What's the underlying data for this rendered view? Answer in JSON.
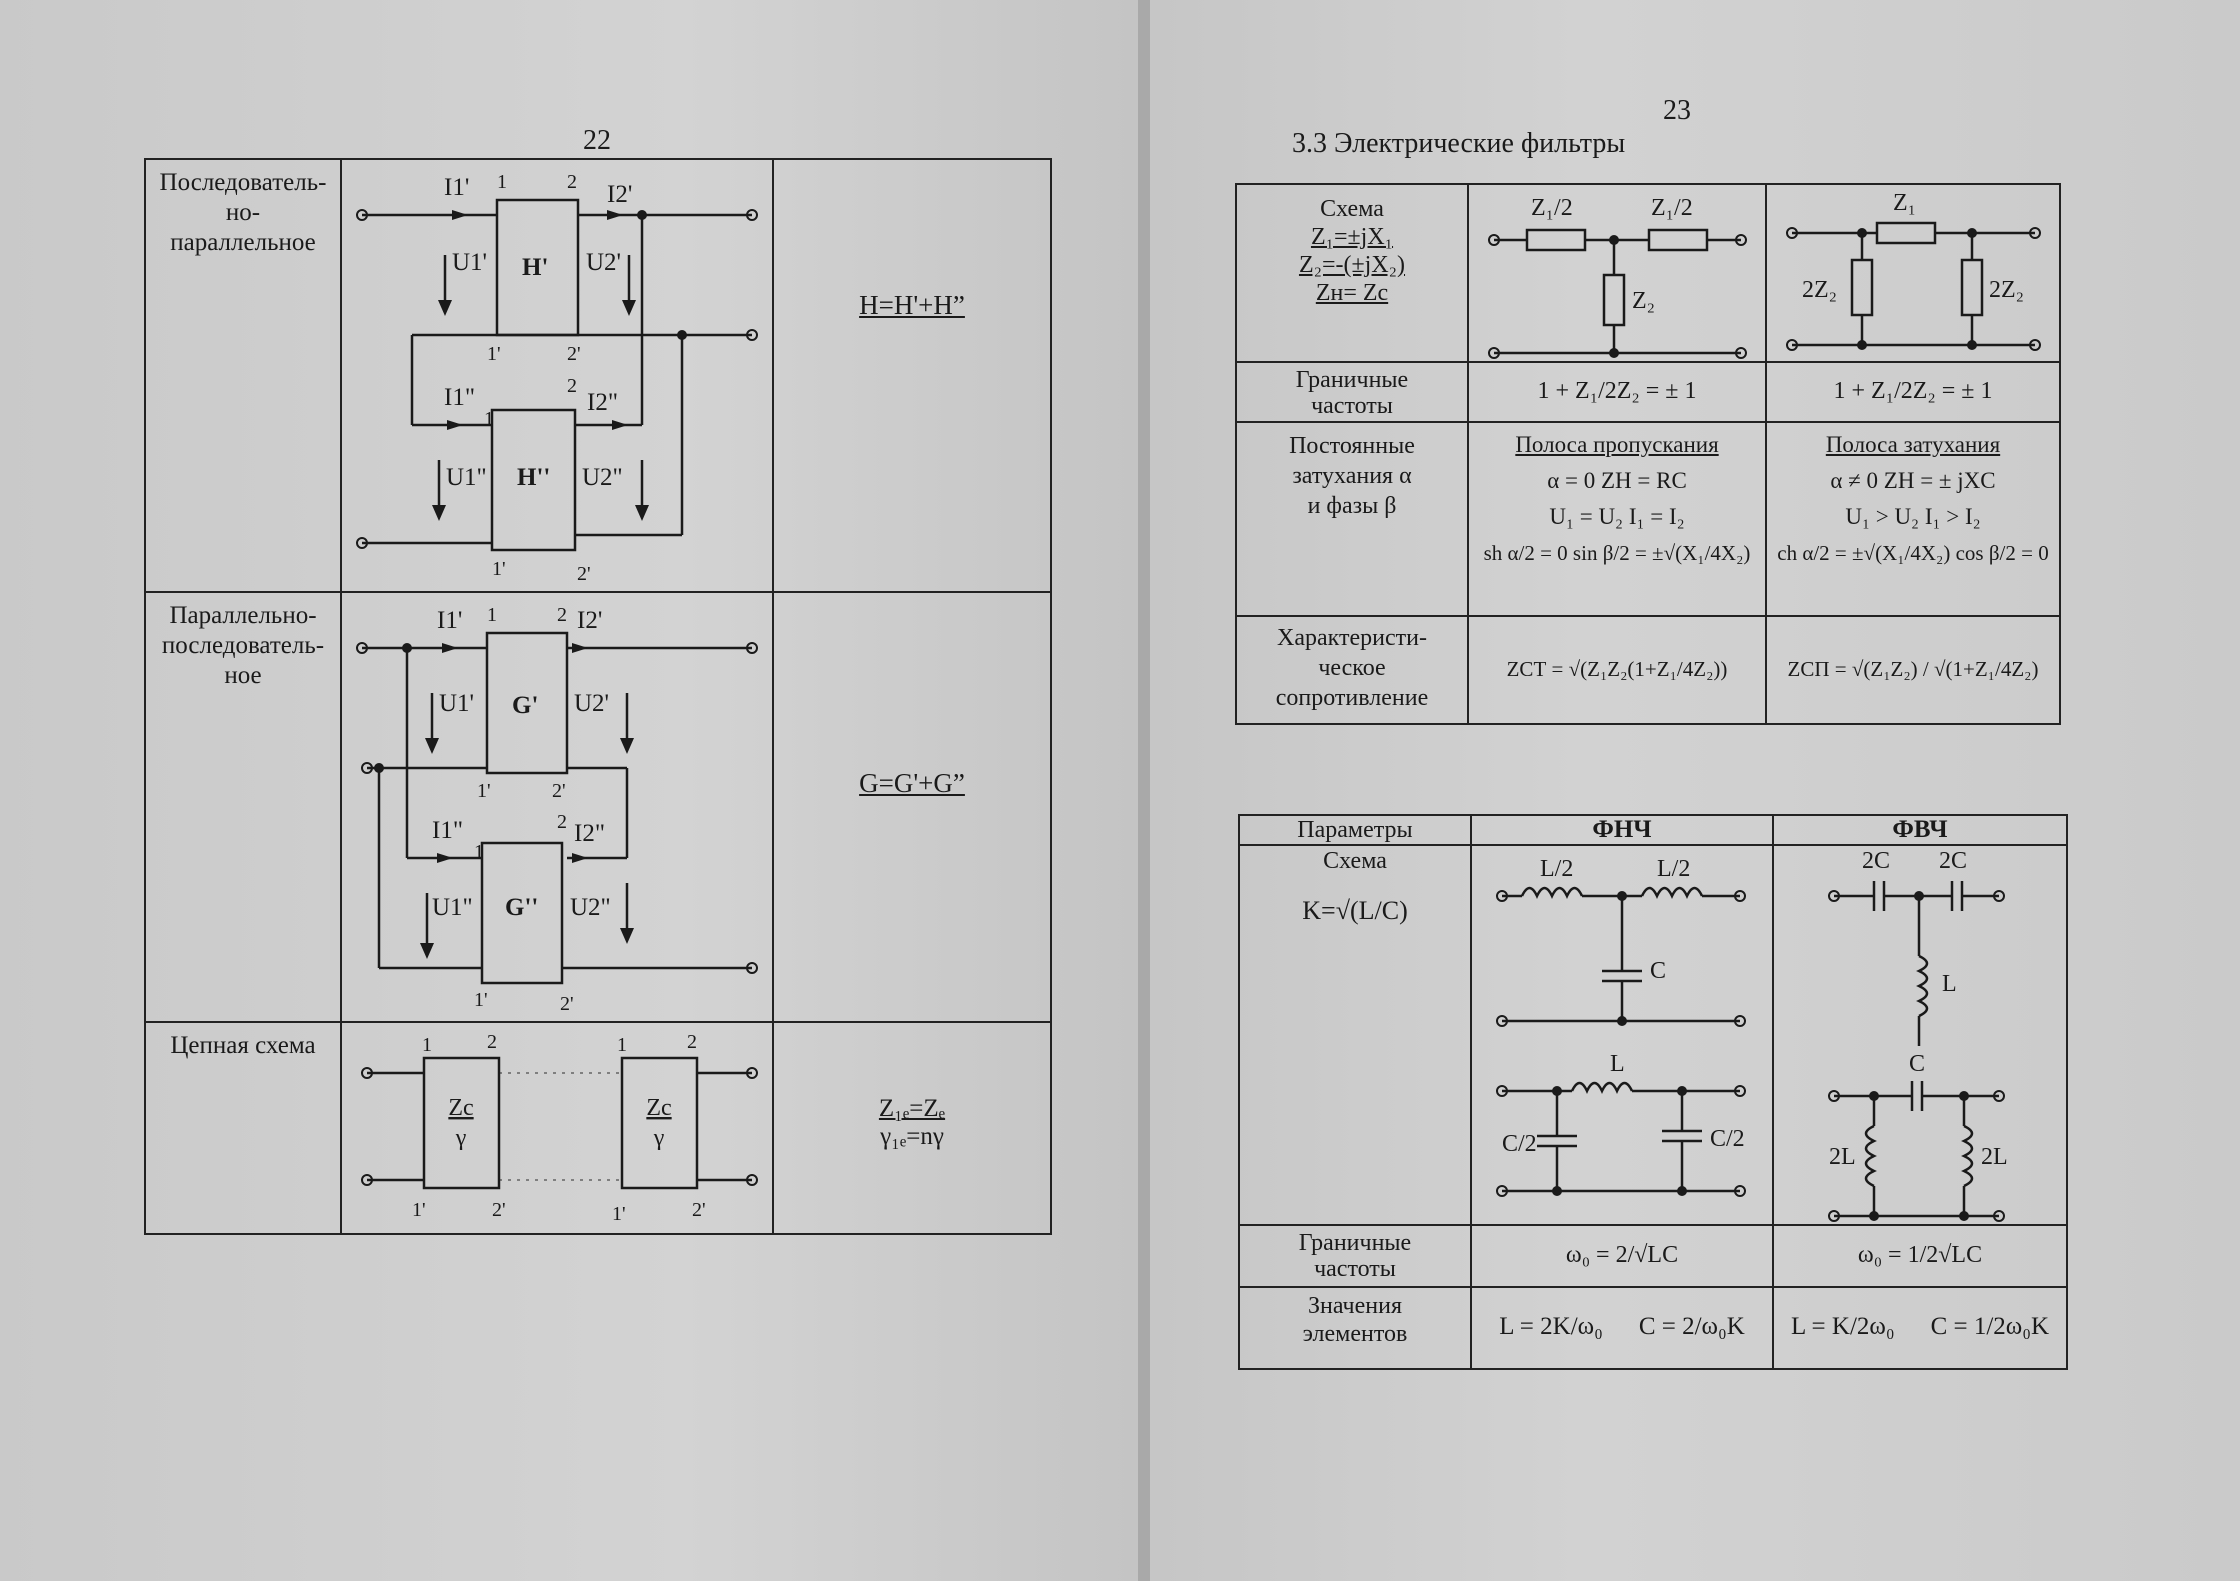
{
  "left": {
    "page_number": "22",
    "rows": [
      {
        "label": "Последователь-\nно-\nпараллельное",
        "formula": "H=H'+H”",
        "top_label": "H'",
        "bottom_label": "H''",
        "i_top": "I1'",
        "i_top2": "I2'",
        "u_top": "U1'",
        "u_top2": "U2'",
        "i_bot": "I1\"",
        "i_bot2": "I2\"",
        "u_bot": "U1\"",
        "u_bot2": "U2\""
      },
      {
        "label": "Параллельно-\nпоследователь-\nное",
        "formula": "G=G'+G”",
        "top_label": "G'",
        "bottom_label": "G''",
        "i_top": "I1'",
        "i_top2": "I2'",
        "u_top": "U1'",
        "u_top2": "U2'",
        "i_bot": "I1\"",
        "i_bot2": "I2\"",
        "u_bot": "U1\"",
        "u_bot2": "U2\""
      },
      {
        "label": "Цепная схема",
        "formula1": "Z₁ₑ=Zₑ",
        "formula2": "γ₁ₑ=nγ",
        "block_z": "Zc",
        "block_g": "γ"
      }
    ],
    "ports": {
      "p1": "1",
      "p2": "2",
      "p1s": "1'",
      "p2s": "2'"
    }
  },
  "right": {
    "page_number": "23",
    "section_title": "3.3 Электрические фильтры",
    "table1": {
      "row1_label": [
        "Схема",
        "Z₁=±jX₁",
        "Z₂=-(±jX₂)",
        "Zн= Zc"
      ],
      "t_labels": {
        "z1h": "Z₁/2",
        "z2": "Z₂"
      },
      "p_labels": {
        "z1": "Z₁",
        "z2": "2Z₂"
      },
      "row2_label": "Граничные\nчастоты",
      "row2_f1": "1 + Z₁/2Z₂ = ± 1",
      "row2_f2": "1 + Z₁/2Z₂ = ± 1",
      "row3_label": "Постоянные\nзатухания α\nи фазы β",
      "pass_title": "Полоса пропускания",
      "pass_lines": [
        "α = 0      ZН = RС",
        "U₁ = U₂       I₁ = I₂",
        "sh α/2 = 0     sin β/2 = ±√(X₁/4X₂)"
      ],
      "stop_title": "Полоса затухания",
      "stop_lines": [
        "α ≠ 0      ZН = ± jXС",
        "U₁ > U₂      I₁ > I₂",
        "ch α/2 = ±√(X₁/4X₂)     cos β/2 = 0"
      ],
      "row4_label": "Характеристи-\nческое\nсопротивление",
      "zct": "ZСТ = √(Z₁Z₂(1+Z₁/4Z₂))",
      "zcp": "ZСП = √(Z₁Z₂) / √(1+Z₁/4Z₂)"
    },
    "table2": {
      "h_params": "Параметры",
      "h_lpf": "ФНЧ",
      "h_hpf": "ФВЧ",
      "row_scheme": "Схема",
      "k_formula": "K=√(L/C)",
      "lpf_labels": {
        "lh": "L/2",
        "c": "C",
        "l": "L",
        "ch": "C/2"
      },
      "hpf_labels": {
        "c2": "2C",
        "l": "L",
        "c": "C",
        "l2": "2L"
      },
      "row_freq": "Граничные\nчастоты",
      "w_lpf": "ω₀ = 2/√LC",
      "w_hpf": "ω₀ = 1/2√LC",
      "row_vals": "Значения\nэлементов",
      "lpf_L": "L = 2K/ω₀",
      "lpf_C": "C = 2/ω₀K",
      "hpf_L": "L = K/2ω₀",
      "hpf_C": "C = 1/2ω₀K"
    }
  }
}
